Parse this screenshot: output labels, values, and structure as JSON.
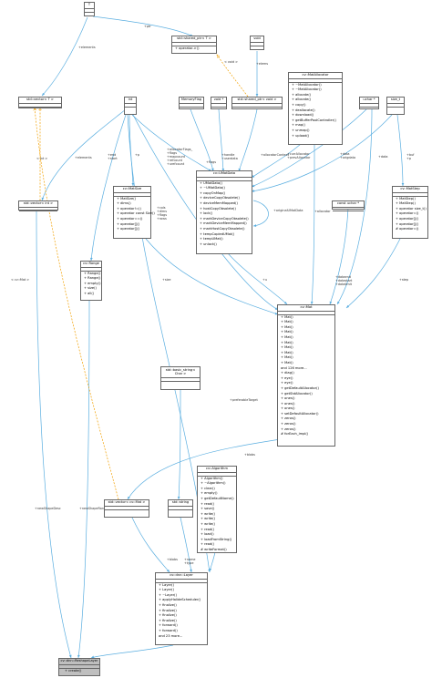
{
  "colors": {
    "edge": "#5aaee0",
    "template_edge": "#f2a000",
    "box_border": "#666666",
    "highlight": "#bfbfbf"
  },
  "classes": {
    "T": {
      "title": "T"
    },
    "shared_ptr_T": {
      "title": "std::shared_ptr< T >",
      "members": [
        "+ operator->()"
      ]
    },
    "void": {
      "title": "void"
    },
    "MatAllocator": {
      "title": "cv::MatAllocator",
      "members": [
        "+ ~MatAllocator()",
        "+ ~MatAllocator()",
        "+ allocate()",
        "+ allocate()",
        "+ copy()",
        "+ deallocate()",
        "+ download()",
        "+ getBufferPoolController()",
        "+ map()",
        "+ unmap()",
        "+ upload()"
      ]
    },
    "vector_T": {
      "title": "std::vector< T >"
    },
    "int": {
      "title": "int"
    },
    "MemoryFlag": {
      "title": "MemoryFlag"
    },
    "void_ptr": {
      "title": "void *"
    },
    "shared_ptr_void": {
      "title": "std::shared_ptr< void >"
    },
    "uchar_ptr": {
      "title": "uchar *"
    },
    "size_t": {
      "title": "size_t"
    },
    "UMatData": {
      "title": "cv::UMatData",
      "members": [
        "+ UMatData()",
        "+ ~UMatData()",
        "+ copyOnMap()",
        "+ deviceCopyObsolete()",
        "+ deviceMemMapped()",
        "+ hostCopyObsolete()",
        "+ lock()",
        "+ markDeviceCopyObsolete()",
        "+ markDeviceMemMapped()",
        "+ markHostCopyObsolete()",
        "+ tempCopiedUMat()",
        "+ tempUMat()",
        "+ unlock()"
      ]
    },
    "MatSize": {
      "title": "cv::MatSize",
      "members": [
        "+ MatSize()",
        "+ dims()",
        "+ operator!=()",
        "+ operator const Size()",
        "+ operator==()",
        "+ operator[]()",
        "+ operator[]()"
      ]
    },
    "MatStep": {
      "title": "cv::MatStep",
      "members": [
        "+ MatStep()",
        "+ MatStep()",
        "+ operator size_t()",
        "+ operator=()",
        "+ operator[]()",
        "+ operator[]()",
        "# operator=()"
      ]
    },
    "vector_int": {
      "title": "std::vector< int >"
    },
    "const_uchar_ptr": {
      "title": "const uchar *"
    },
    "Range": {
      "title": "cv::Range",
      "members": [
        "+ Range()",
        "+ Range()",
        "+ empty()",
        "+ size()",
        "+ all()"
      ]
    },
    "Mat": {
      "title": "cv::Mat",
      "members": [
        "+ Mat()",
        "+ Mat()",
        "+ Mat()",
        "+ Mat()",
        "+ Mat()",
        "+ Mat()",
        "+ Mat()",
        "+ Mat()",
        "+ Mat()",
        "+ Mat()",
        "and 126 more...",
        "+ diag()",
        "+ eye()",
        "+ eye()",
        "+ getDefaultAllocator()",
        "+ getStdAllocator()",
        "+ ones()",
        "+ ones()",
        "+ ones()",
        "+ setDefaultAllocator()",
        "+ zeros()",
        "+ zeros()",
        "+ zeros()",
        "# forEach_impl()"
      ]
    },
    "basic_string": {
      "title": "std::basic_string< Char >"
    },
    "Algorithm": {
      "title": "cv::Algorithm",
      "members": [
        "+ Algorithm()",
        "+ ~Algorithm()",
        "+ clear()",
        "+ empty()",
        "+ getDefaultName()",
        "+ read()",
        "+ save()",
        "+ write()",
        "+ write()",
        "+ write()",
        "+ read()",
        "+ load()",
        "+ loadFromString()",
        "+ read()",
        "# writeFormat()"
      ]
    },
    "vector_Mat": {
      "title": "std::vector< cv::Mat >"
    },
    "string": {
      "title": "std::string"
    },
    "Layer": {
      "title": "cv::dnn::Layer",
      "members": [
        "+ Layer()",
        "+ Layer()",
        "+ ~Layer()",
        "+ applyHalideScheduler()",
        "+ finalize()",
        "+ finalize()",
        "+ finalize()",
        "+ finalize()",
        "+ forward()",
        "+ forward()",
        "and 23 more..."
      ]
    },
    "ReshapeLayer": {
      "title": "cv::dnn::ReshapeLayer",
      "members": [
        "+ create()"
      ]
    }
  },
  "edge_labels": {
    "elements_top": "+elements",
    "ptr": "+ptr",
    "int_T": "< int >",
    "elements_mid": "+elements",
    "cvmat_T": "< cv::Mat >",
    "void_T": "< void >",
    "elems": "+elems",
    "p": "+p",
    "allocatorFlags": "+allocatorFlags_\n+flags\n+mapcount\n+refcount\n+urefcount",
    "cols": "+cols\n+dims\n+flags\n+rows",
    "start_end": "+end\n+start",
    "handle_userdata": "+handle\n+userdata",
    "flags": "+flags",
    "allocatorContext": "+allocatorContext",
    "originalUMatData": "+originalUMatData",
    "currAllocator": "+currAllocator\n+prevAllocator",
    "data_origdata": "+data\n+origdata",
    "data": "+data",
    "buf_p": "+buf\n+p",
    "allocator": "+allocator",
    "step": "+step",
    "size": "+size",
    "u": "+u",
    "dataend": "+dataend\n+datastart\n+datalimit",
    "preferableTarget": "+preferableTarget",
    "blobs": "+blobs",
    "name_type": "+name\n+type",
    "newShapeDesc": "+newShapeDesc",
    "newShapeRange": "+newShapeRange",
    "cvmat_T2": "< cv::Mat >"
  }
}
